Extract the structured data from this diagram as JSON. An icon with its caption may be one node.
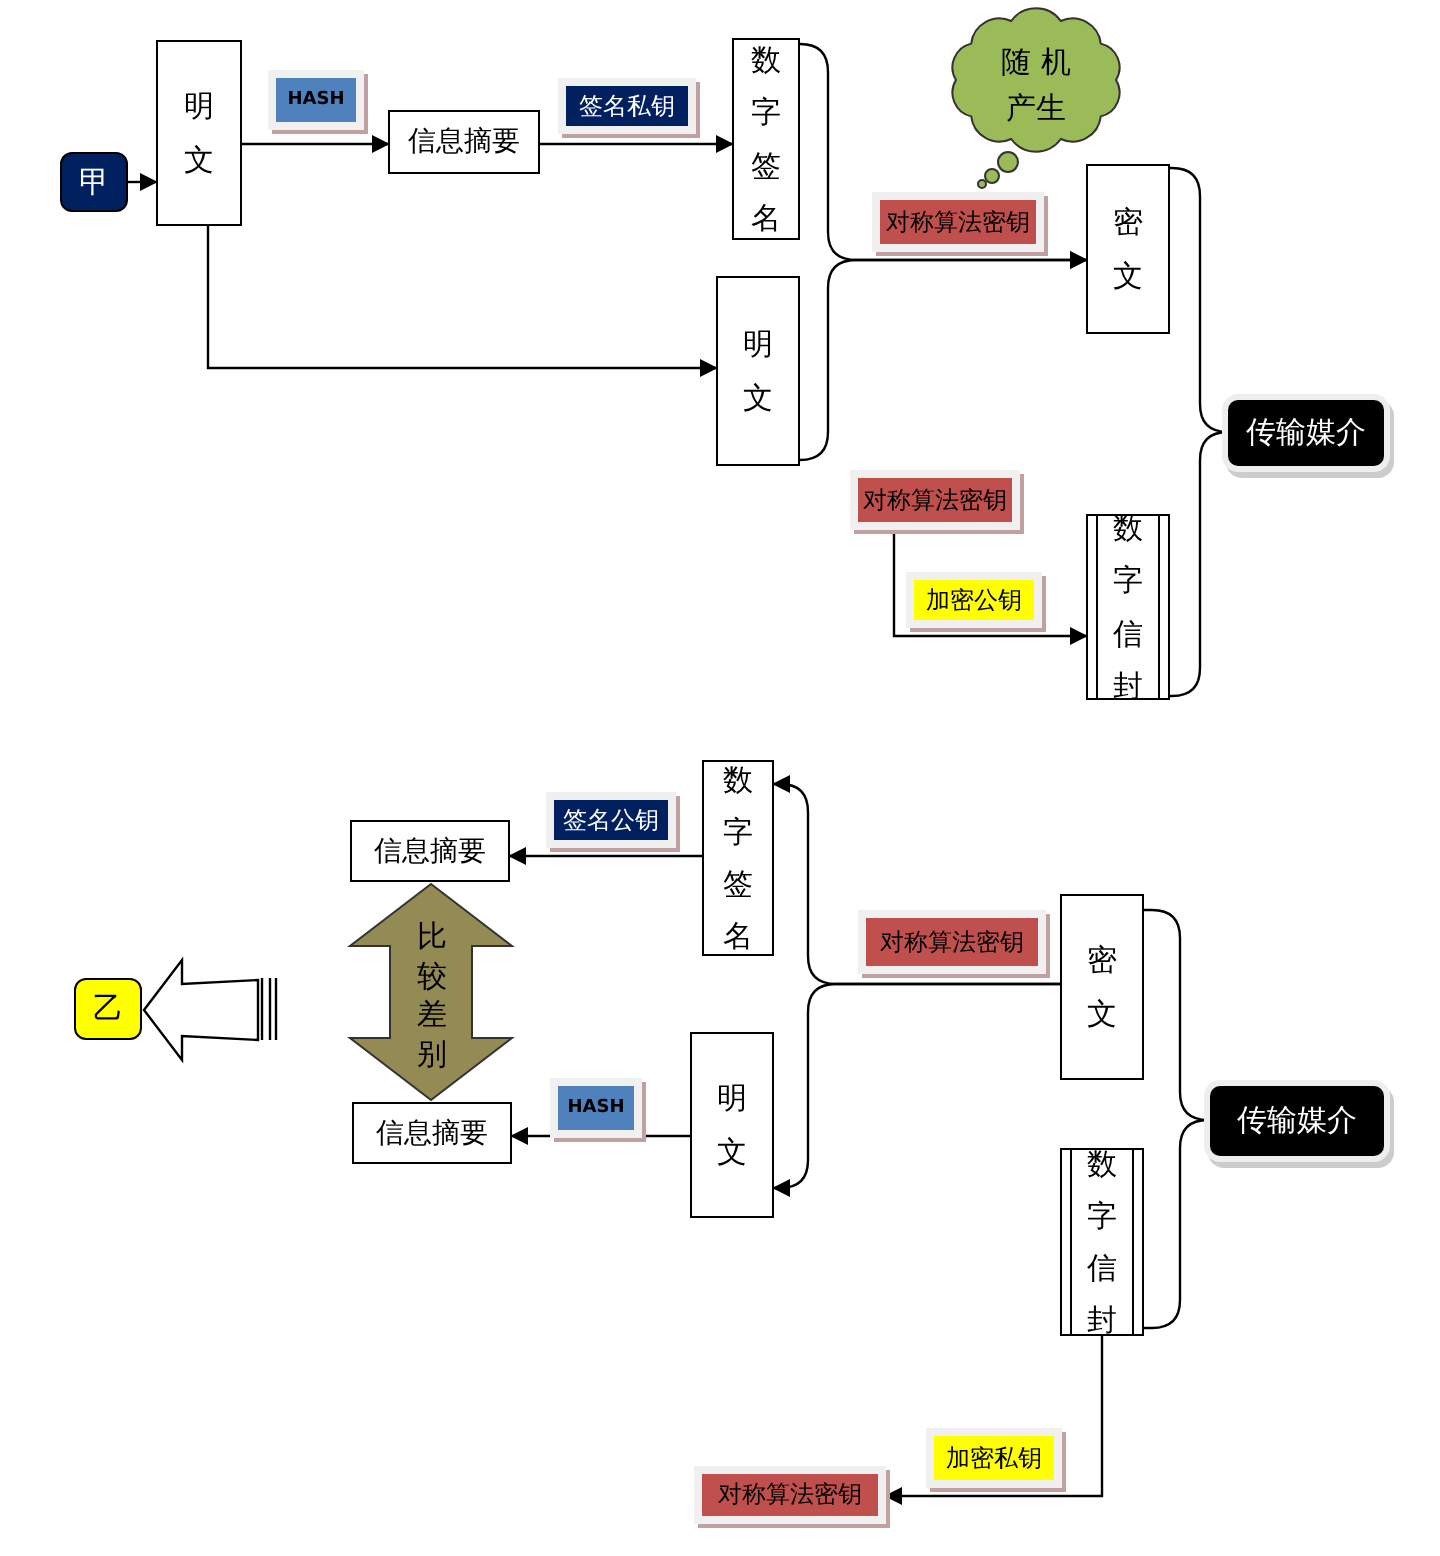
{
  "diagram": {
    "nodes": [
      {
        "text": [
          "甲"
        ]
      },
      {
        "text": [
          "明文"
        ]
      },
      {
        "text": [
          "信息摘要"
        ]
      },
      {
        "text": [
          "数字签名"
        ]
      },
      {
        "text": [
          "明文"
        ]
      },
      {
        "text": [
          "随 机产生"
        ]
      },
      {
        "text": [
          "对称算法密钥"
        ]
      },
      {
        "text": [
          "密文"
        ]
      },
      {
        "text": [
          "传输媒介"
        ]
      },
      {
        "text": [
          "对称算法密钥"
        ]
      },
      {
        "text": [
          "数字信封"
        ]
      },
      {
        "text": [
          "信息摘要"
        ]
      },
      {
        "text": [
          "数字签名"
        ]
      },
      {
        "text": [
          "乙"
        ]
      },
      {
        "text": [
          "信息摘要"
        ]
      },
      {
        "text": [
          "明文"
        ]
      },
      {
        "text": [
          "对称算法密钥"
        ]
      },
      {
        "text": [
          "密文"
        ]
      },
      {
        "text": [
          "传输媒介"
        ]
      },
      {
        "text": [
          "数字信封"
        ]
      },
      {
        "text": [
          "对称算法密钥"
        ]
      },
      {
        "text": [],
        "shape": "arrow"
      }
    ],
    "edges": [
      {
        "from": 0,
        "to": 1,
        "arrow": "to"
      },
      {
        "from": 1,
        "to": 2,
        "arrow": "to",
        "label": "HASH"
      },
      {
        "from": 2,
        "to": 3,
        "arrow": "to",
        "label": "签名私钥"
      },
      {
        "from": 1,
        "to": 4,
        "arrow": "to"
      },
      {
        "from": 3,
        "to": 7,
        "arrow": "to"
      },
      {
        "from": 4,
        "to": 7,
        "arrow": "to"
      },
      {
        "from": 8,
        "to": 7,
        "arrow": "none"
      },
      {
        "from": 8,
        "to": 10,
        "arrow": "none"
      },
      {
        "from": 9,
        "to": 10,
        "arrow": "to",
        "label": "加密公钥"
      },
      {
        "from": 12,
        "to": 11,
        "arrow": "to",
        "label": "签名公钥"
      },
      {
        "from": 15,
        "to": 14,
        "arrow": "to",
        "label": "HASH"
      },
      {
        "from": 17,
        "to": 12,
        "arrow": "to"
      },
      {
        "from": 17,
        "to": 15,
        "arrow": "to"
      },
      {
        "from": 18,
        "to": 17,
        "arrow": "none"
      },
      {
        "from": 18,
        "to": 19,
        "arrow": "none"
      },
      {
        "from": 19,
        "to": 20,
        "arrow": "to",
        "label": "加密私钥"
      },
      {
        "from": 11,
        "to": 14,
        "arrow": "both",
        "label": "比较差别"
      }
    ]
  }
}
